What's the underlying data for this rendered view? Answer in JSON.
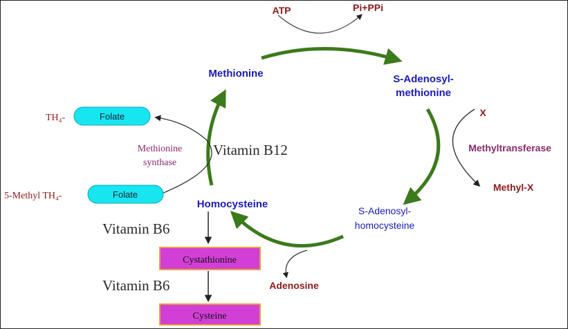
{
  "colors": {
    "cycle_arrow": "#3c7a1c",
    "metabolite": "#1a1ab8",
    "small_molecule": "#8b1a1a",
    "enzyme": "#8a2a6a",
    "folate_box": "#17e6f0",
    "product_box": "#d23fd6",
    "product_border": "#e8a23a",
    "vitamin": "#2a2a2a"
  },
  "metabolites": {
    "methionine": "Methionine",
    "sam_line1": "S-Adenosyl-",
    "sam_line2": "methionine",
    "sah_line1": "S-Adenosyl-",
    "sah_line2": "homocysteine",
    "homocysteine": "Homocysteine"
  },
  "small_molecules": {
    "atp": "ATP",
    "pi_ppi": "Pi+PPi",
    "x": "X",
    "methyl_x": "Methyl-X",
    "adenosine": "Adenosine",
    "th4": "TH₄-",
    "methyl_th4": "5-Methyl TH₄-"
  },
  "enzymes": {
    "methyltransferase": "Methyltransferase",
    "methionine_synthase_line1": "Methionine",
    "methionine_synthase_line2": "synthase"
  },
  "folate": {
    "top_label": "Folate",
    "bottom_label": "Folate"
  },
  "vitamins": {
    "b12": "Vitamin B12",
    "b6_first": "Vitamin B6",
    "b6_second": "Vitamin B6"
  },
  "products": {
    "cystathionine": "Cystathionine",
    "cysteine": "Cysteine"
  },
  "icons": [
    "arrow-head-icon"
  ]
}
